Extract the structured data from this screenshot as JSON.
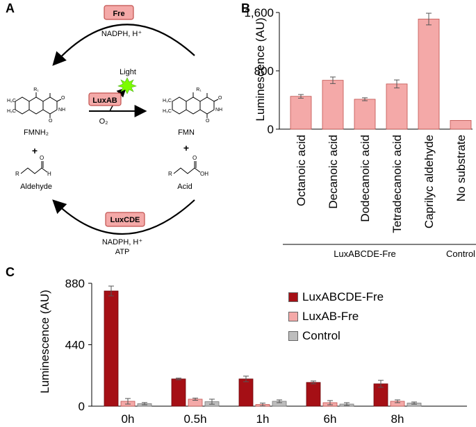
{
  "panels": {
    "a": "A",
    "b": "B",
    "c": "C"
  },
  "colors": {
    "enzyme_fill": "#f4a9a8",
    "enzyme_border": "#c0504d",
    "light_burst": "#7CFC00",
    "bar_pink": "#f4a9a8",
    "bar_dark_red": "#a50f15",
    "bar_gray": "#bdbdbd"
  },
  "cycle": {
    "fre_label": "Fre",
    "fre_cofactor": "NADPH, H⁺",
    "luxab_label": "LuxAB",
    "light_label": "Light",
    "o2_label": "O₂",
    "luxcde_label": "LuxCDE",
    "luxcde_cofactor_1": "NADPH, H⁺",
    "luxcde_cofactor_2": "ATP",
    "fmnh2_label": "FMNH₂",
    "fmn_label": "FMN",
    "plus_left": "+",
    "plus_right": "+",
    "aldehyde_label": "Aldehyde",
    "acid_label": "Acid",
    "r1": "R₁",
    "r": "R",
    "h": "H",
    "o": "O",
    "oh": "OH",
    "n": "N",
    "nh": "NH",
    "h3c": "H₃C"
  },
  "chart_data": [
    {
      "type": "bar",
      "panel": "B",
      "ylabel": "Luminescence (AU)",
      "ylim": [
        0,
        1600
      ],
      "yticks": [
        "0",
        "800",
        "1,600"
      ],
      "ytick_values": [
        0,
        800,
        1600
      ],
      "categories": [
        "Octanoic acid",
        "Decanoic acid",
        "Dodecanoic acid",
        "Tetradecanoic acid",
        "Caprilyc aldehyde",
        "No substrate"
      ],
      "values": [
        450,
        670,
        410,
        620,
        1510,
        120
      ],
      "errors": [
        25,
        45,
        20,
        55,
        80,
        0
      ],
      "group_labels": [
        "LuxABCDE-Fre",
        "Control"
      ],
      "group_spans": [
        [
          0,
          4
        ],
        [
          5,
          5
        ]
      ]
    },
    {
      "type": "bar",
      "panel": "C",
      "ylabel": "Luminescence (AU)",
      "ylim": [
        0,
        880
      ],
      "yticks": [
        "0",
        "440",
        "880"
      ],
      "ytick_values": [
        0,
        440,
        880
      ],
      "categories": [
        "0h",
        "0.5h",
        "1h",
        "6h",
        "8h"
      ],
      "series": [
        {
          "name": "LuxABCDE-Fre",
          "values": [
            825,
            195,
            195,
            170,
            160
          ],
          "errors": [
            35,
            6,
            20,
            10,
            25
          ]
        },
        {
          "name": "LuxAB-Fre",
          "values": [
            35,
            50,
            12,
            25,
            35
          ],
          "errors": [
            20,
            8,
            10,
            15,
            10
          ]
        },
        {
          "name": "Control",
          "values": [
            18,
            32,
            35,
            15,
            22
          ],
          "errors": [
            8,
            18,
            10,
            10,
            8
          ]
        }
      ],
      "legend_position": "top-right"
    }
  ]
}
